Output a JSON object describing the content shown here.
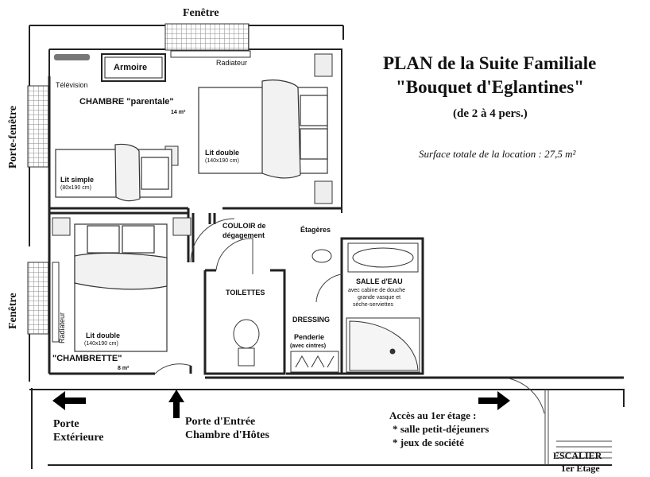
{
  "plan": {
    "title_line1": "PLAN de la Suite Familiale",
    "title_line2": "\"Bouquet d'Eglantines\"",
    "capacity": "(de 2 à 4 pers.)",
    "surface": "Surface totale de la location : 27,5 m²"
  },
  "walls": {
    "window_top": "Fenêtre",
    "french_window": "Porte-fenêtre",
    "window_left": "Fenêtre"
  },
  "parental": {
    "name": "CHAMBRE \"parentale\"",
    "area": "14 m²",
    "tv": "Télévision",
    "wardrobe": "Armoire",
    "radiator": "Radiateur",
    "double_bed": "Lit double",
    "double_bed_size": "(140x190 cm)",
    "single_bed": "Lit simple",
    "single_bed_size": "(80x190 cm)"
  },
  "chambrette": {
    "name": "\"CHAMBRETTE\"",
    "area": "8 m²",
    "radiator": "Radiateur",
    "double_bed": "Lit double",
    "double_bed_size": "(140x190 cm)"
  },
  "corridor": {
    "line1": "COULOIR de",
    "line2": "dégagement"
  },
  "shelves": "Étagères",
  "toilets": "TOILETTES",
  "dressing": {
    "name": "DRESSING",
    "rail": "Penderie",
    "rail_note": "(avec cintres)"
  },
  "bathroom": {
    "name": "SALLE d'EAU",
    "line1": "avec cabine de douche",
    "line2": "grande vasque et",
    "line3": "sèche-serviettes"
  },
  "exits": {
    "exterior_line1": "Porte",
    "exterior_line2": "Extérieure",
    "entrance_line1": "Porte d'Entrée",
    "entrance_line2": "Chambre d'Hôtes"
  },
  "first_floor": {
    "heading": "Accès au 1er étage :",
    "item1": "* salle petit-déjeuners",
    "item2": "* jeux de société"
  },
  "staircase": {
    "line1": "ESCALIER",
    "line2": "1er Etage"
  }
}
